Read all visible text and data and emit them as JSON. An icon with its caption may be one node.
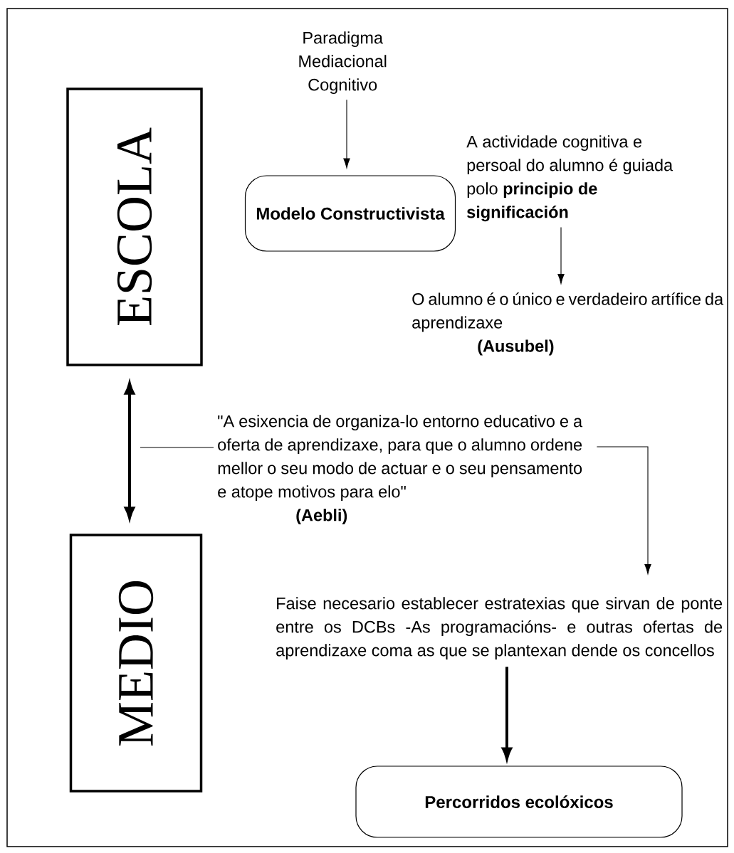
{
  "diagram": {
    "nodes": [
      {
        "text": [
          "ESCOLA"
        ]
      },
      {
        "text": [
          "MEDIO"
        ]
      },
      {
        "text": [
          "Paradigma Mediacional Cognitivo"
        ]
      },
      {
        "text": [
          "Modelo Constructivista"
        ]
      },
      {
        "text": [
          "A actividade cognitiva e persoal do alumno é guiada polo **principio de significación**"
        ]
      },
      {
        "text": [
          "O alumno é o único e verdadeiro artífice da aprendizaxe",
          "(Ausubel)"
        ]
      },
      {
        "text": [
          "\"A esixencia de organiza-lo entorno educativo e a oferta de aprendizaxe, para que o alumno ordene mellor o seu modo de actuar e o seu pensamento e atope motivos para elo\"",
          "(Aebli)"
        ]
      },
      {
        "text": [
          "Faise necesario establecer estratexias que sirvan de ponte entre os DCBs -As programacións- e outras ofertas de aprendizaxe coma as que se plantexan dende os concellos"
        ]
      },
      {
        "text": [
          "Percorridos ecolóxicos"
        ]
      }
    ],
    "edges": [
      {
        "from": 2,
        "to": 3,
        "arrow": "to"
      },
      {
        "from": 4,
        "to": 5,
        "arrow": "to"
      },
      {
        "from": 0,
        "to": 1,
        "arrow": "both",
        "style": "thick"
      },
      {
        "from": null,
        "to": 6,
        "arrow": "none"
      },
      {
        "from": 6,
        "to": 7,
        "arrow": "to"
      },
      {
        "from": 7,
        "to": 8,
        "arrow": "to",
        "style": "thick"
      }
    ]
  }
}
